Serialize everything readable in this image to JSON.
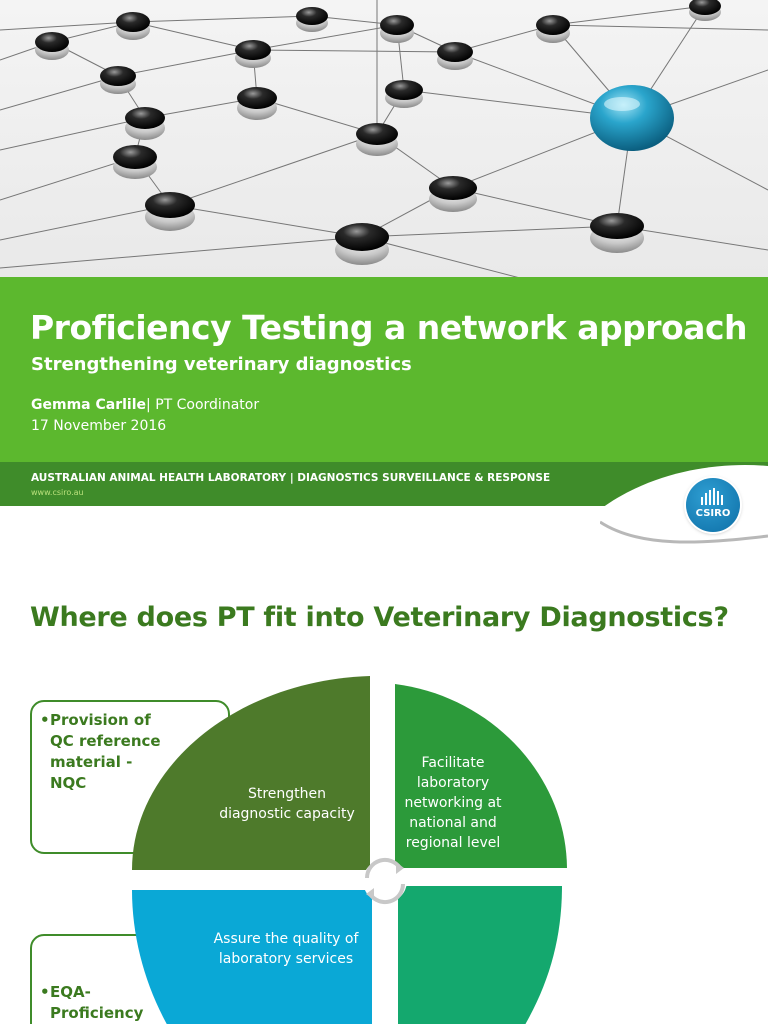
{
  "slide1": {
    "title": "Proficiency Testing a network approach",
    "subtitle": "Strengthening veterinary diagnostics",
    "author_name": "Gemma Carlile",
    "author_separator": "|",
    "author_role": "PT Coordinator",
    "date": "17 November 2016",
    "footer_org": "AUSTRALIAN ANIMAL HEALTH LABORATORY | DIAGNOSTICS SURVEILLANCE & RESPONSE",
    "footer_web": "www.csiro.au",
    "logo_text": "CSIRO"
  },
  "slide2": {
    "heading": "Where does PT fit into Veterinary Diagnostics?",
    "bullet_1": "Provision of QC reference material - NQC",
    "bullet_2": "EQA- Proficiency",
    "quadrant_top_left": "Strengthen diagnostic capacity",
    "quadrant_top_right": "Facilitate laboratory networking at national and regional level",
    "quadrant_bottom_left": "Assure the quality of laboratory services",
    "quadrant_bottom_right": ""
  },
  "colors": {
    "green_band": "#5cb82e",
    "dark_green": "#3f8c2a",
    "olive_quadrant": "#4e7a2b",
    "green_quadrant": "#2c9a3a",
    "blue_quadrant": "#0aa8d6",
    "teal_quadrant": "#14a86e",
    "csiro_blue": "#1285c2"
  },
  "icons": [
    "network-nodes-image",
    "csiro-logo",
    "cycle-arrows-icon"
  ]
}
